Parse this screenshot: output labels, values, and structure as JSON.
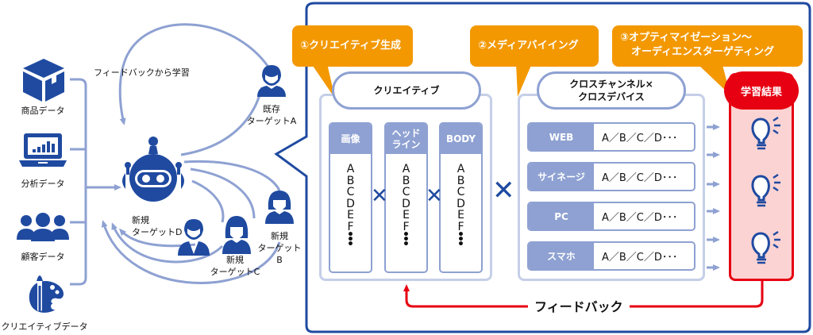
{
  "left_data_sources": [
    {
      "icon": "box-icon",
      "label": "商品データ"
    },
    {
      "icon": "laptop-chart-icon",
      "label": "分析データ"
    },
    {
      "icon": "people-icon",
      "label": "顧客データ"
    },
    {
      "icon": "palette-brush-icon",
      "label": "クリエイティブデータ"
    }
  ],
  "loop_label": "フィードバックから学習",
  "robot": {
    "icon": "robot-icon"
  },
  "targets": [
    {
      "id": "A",
      "line1": "既存",
      "line2": "ターゲットA",
      "icon": "man-icon"
    },
    {
      "id": "B",
      "line1": "新規",
      "line2": "ターゲット",
      "line3": "B",
      "icon": "woman-icon"
    },
    {
      "id": "C",
      "line1": "新規",
      "line2": "ターゲットC",
      "icon": "woman-icon"
    },
    {
      "id": "D",
      "line1": "新規",
      "line2": "ターゲットD",
      "icon": "man-suit-icon"
    }
  ],
  "steps": [
    {
      "label": "①クリエイティブ生成"
    },
    {
      "label": "②メディアバイイング"
    },
    {
      "label_line1": "③オプティマイゼーション～",
      "label_line2": "オーディエンスターゲティング"
    }
  ],
  "creative": {
    "title": "クリエイティブ",
    "columns": [
      {
        "header": "画像",
        "items": [
          "A",
          "B",
          "C",
          "D",
          "E",
          "F"
        ]
      },
      {
        "header_line1": "ヘッド",
        "header_line2": "ライン",
        "items": [
          "A",
          "B",
          "C",
          "D",
          "E",
          "F"
        ]
      },
      {
        "header": "BODY",
        "items": [
          "A",
          "B",
          "C",
          "D",
          "E",
          "F"
        ]
      }
    ],
    "ellipsis": "•\n•\n•",
    "cross": "✕"
  },
  "media": {
    "title_line1": "クロスチャンネル×",
    "title_line2": "クロスデバイス",
    "rows": [
      {
        "channel": "WEB",
        "values": "A／B／C／D･･･"
      },
      {
        "channel": "サイネージ",
        "values": "A／B／C／D･･･"
      },
      {
        "channel": "PC",
        "values": "A／B／C／D･･･"
      },
      {
        "channel": "スマホ",
        "values": "A／B／C／D･･･"
      }
    ]
  },
  "result": {
    "title": "学習結果",
    "icons": [
      "lightbulb-icon",
      "lightbulb-icon",
      "lightbulb-icon"
    ]
  },
  "feedback_label": "フィードバック",
  "colors": {
    "navy": "#1f4aa0",
    "light_blue": "#8ea1d2",
    "pale_blue": "#c5cfe8",
    "orange": "#f39800",
    "red": "#e60012",
    "pink": "#fcd3d3"
  }
}
